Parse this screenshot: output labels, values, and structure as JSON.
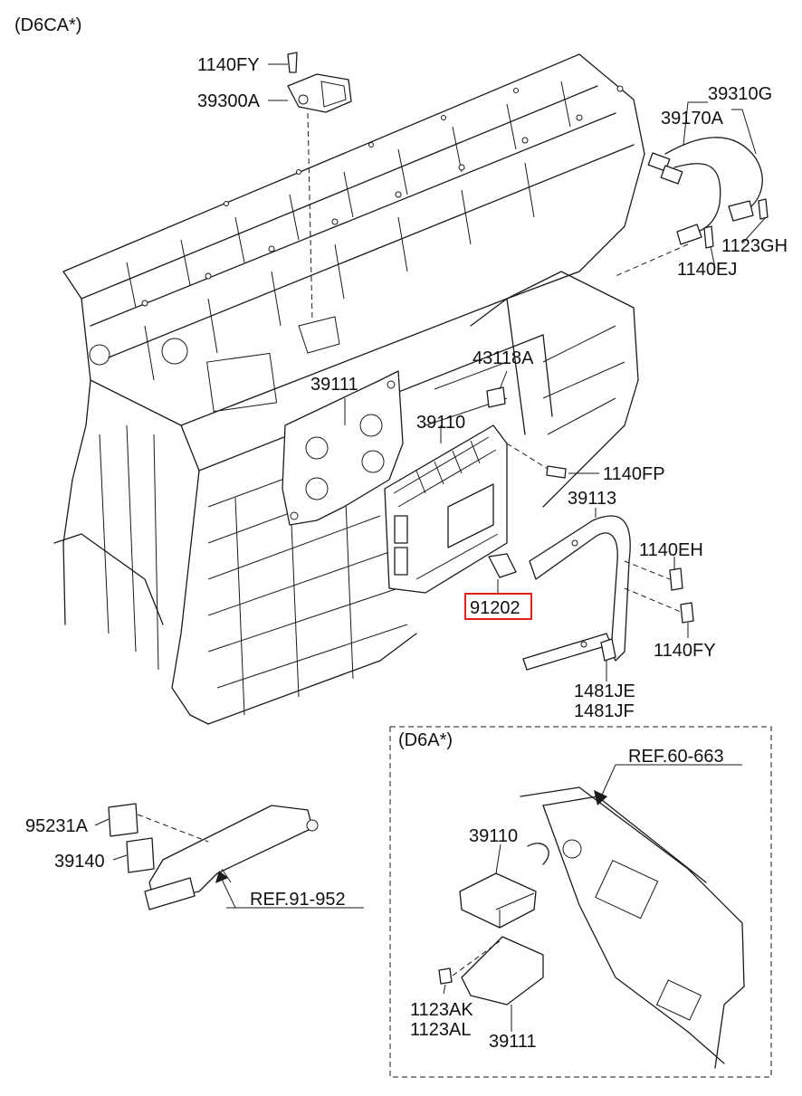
{
  "variant_labels": {
    "main": "(D6CA*)",
    "inset": "(D6A*)"
  },
  "part_labels": [
    {
      "id": "p1140FY_top",
      "text": "1140FY"
    },
    {
      "id": "p39300A",
      "text": "39300A"
    },
    {
      "id": "p39310G",
      "text": "39310G"
    },
    {
      "id": "p39170A",
      "text": "39170A"
    },
    {
      "id": "p1123GH",
      "text": "1123GH"
    },
    {
      "id": "p1140EJ",
      "text": "1140EJ"
    },
    {
      "id": "p43118A",
      "text": "43118A"
    },
    {
      "id": "p39111",
      "text": "39111"
    },
    {
      "id": "p39110",
      "text": "39110"
    },
    {
      "id": "p1140FP",
      "text": "1140FP"
    },
    {
      "id": "p39113",
      "text": "39113"
    },
    {
      "id": "p1140EH",
      "text": "1140EH"
    },
    {
      "id": "p91202",
      "text": "91202",
      "highlighted": true
    },
    {
      "id": "p1140FY_bot",
      "text": "1140FY"
    },
    {
      "id": "p1481JE",
      "text": "1481JE"
    },
    {
      "id": "p1481JF",
      "text": "1481JF"
    },
    {
      "id": "p95231A",
      "text": "95231A"
    },
    {
      "id": "p39140",
      "text": "39140"
    },
    {
      "id": "pREF91",
      "text": "REF.91-952"
    },
    {
      "id": "pREF60",
      "text": "REF.60-663"
    },
    {
      "id": "p39110_inset",
      "text": "39110"
    },
    {
      "id": "p1123AK",
      "text": "1123AK"
    },
    {
      "id": "p1123AL",
      "text": "1123AL"
    },
    {
      "id": "p39111_inset",
      "text": "39111"
    }
  ],
  "colors": {
    "line": "#1a1a1a",
    "highlight": "#e0201a",
    "background": "#ffffff"
  }
}
